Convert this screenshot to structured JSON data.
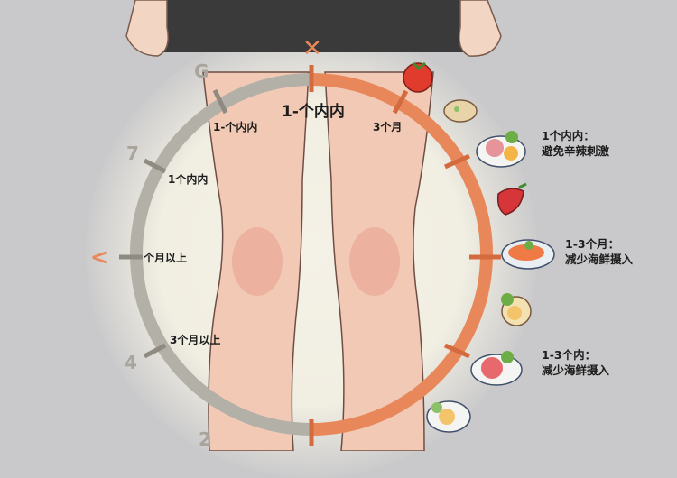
{
  "dial": {
    "top_label": "1-个内内",
    "left_labels": [
      "1-个内内",
      "1个内内",
      "个月以上",
      "3个月以上"
    ],
    "right_label": "3个月",
    "gray_color": "#b3b0a8",
    "orange_color": "#e8875a",
    "marks": [
      "G",
      "7",
      "<",
      "4",
      "2"
    ]
  },
  "notes": [
    {
      "title": "1个内内：",
      "text": "避免辛辣刺激"
    },
    {
      "title": "1-3个月：",
      "text": "减少海鲜摄入"
    },
    {
      "title": "1-3个内：",
      "text": "减少海鲜摄入"
    }
  ],
  "foods": [
    "tomato",
    "toast",
    "ham-plate",
    "strawberry",
    "shrimp-bowl",
    "egg",
    "meat-plate",
    "egg-salad"
  ]
}
